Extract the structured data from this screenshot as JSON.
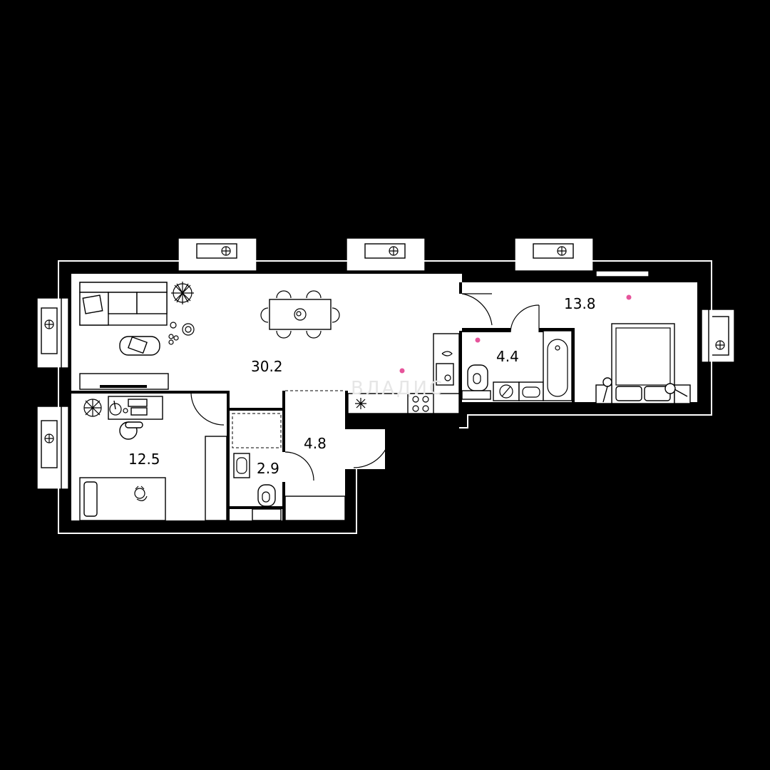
{
  "rooms": [
    {
      "id": "living",
      "area": "30.2"
    },
    {
      "id": "bedroom-east",
      "area": "13.8"
    },
    {
      "id": "bathroom-east",
      "area": "4.4"
    },
    {
      "id": "hall",
      "area": "4.8"
    },
    {
      "id": "bedroom-west",
      "area": "12.5"
    },
    {
      "id": "wc",
      "area": "2.9"
    }
  ],
  "watermark": "ВЛАДИС",
  "colors": {
    "background": "#000000",
    "floor": "#ffffff",
    "walls": "#000000",
    "marker": "#e6549b"
  },
  "icons": [
    "window-fan-icon",
    "plant-icon",
    "sofa-icon",
    "dining-table-icon",
    "bed-icon",
    "bathtub-icon",
    "toilet-icon",
    "sink-icon",
    "stove-icon",
    "desk-icon",
    "cat-icon",
    "floor-lamp-icon"
  ]
}
